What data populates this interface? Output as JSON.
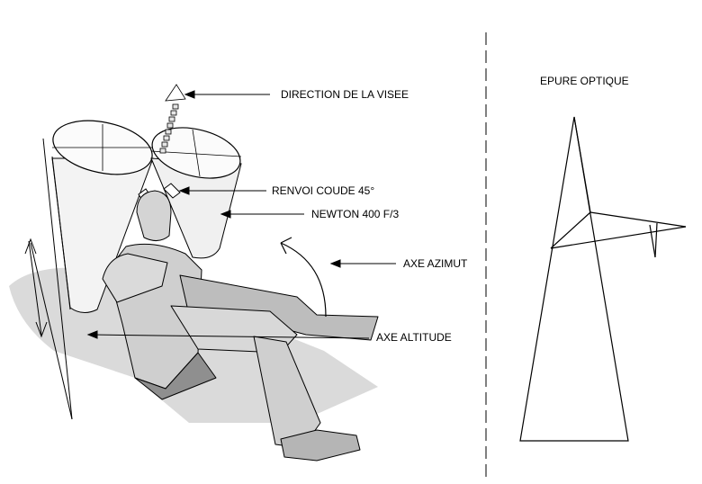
{
  "labels": {
    "direction_visee": "DIRECTION DE LA VISEE",
    "renvoi_coude": "RENVOI COUDE 45°",
    "newton": "NEWTON 400 F/3",
    "axe_azimut": "AXE AZIMUT",
    "axe_altitude": "AXE ALTITUDE",
    "epure_optique": "EPURE OPTIQUE"
  },
  "colors": {
    "ink": "#000000",
    "shadow": "#c8c8c8",
    "tube_fill": "#f2f2f2",
    "figure_fill": "#d9d9d9",
    "figure_dark": "#9a9a9a"
  }
}
